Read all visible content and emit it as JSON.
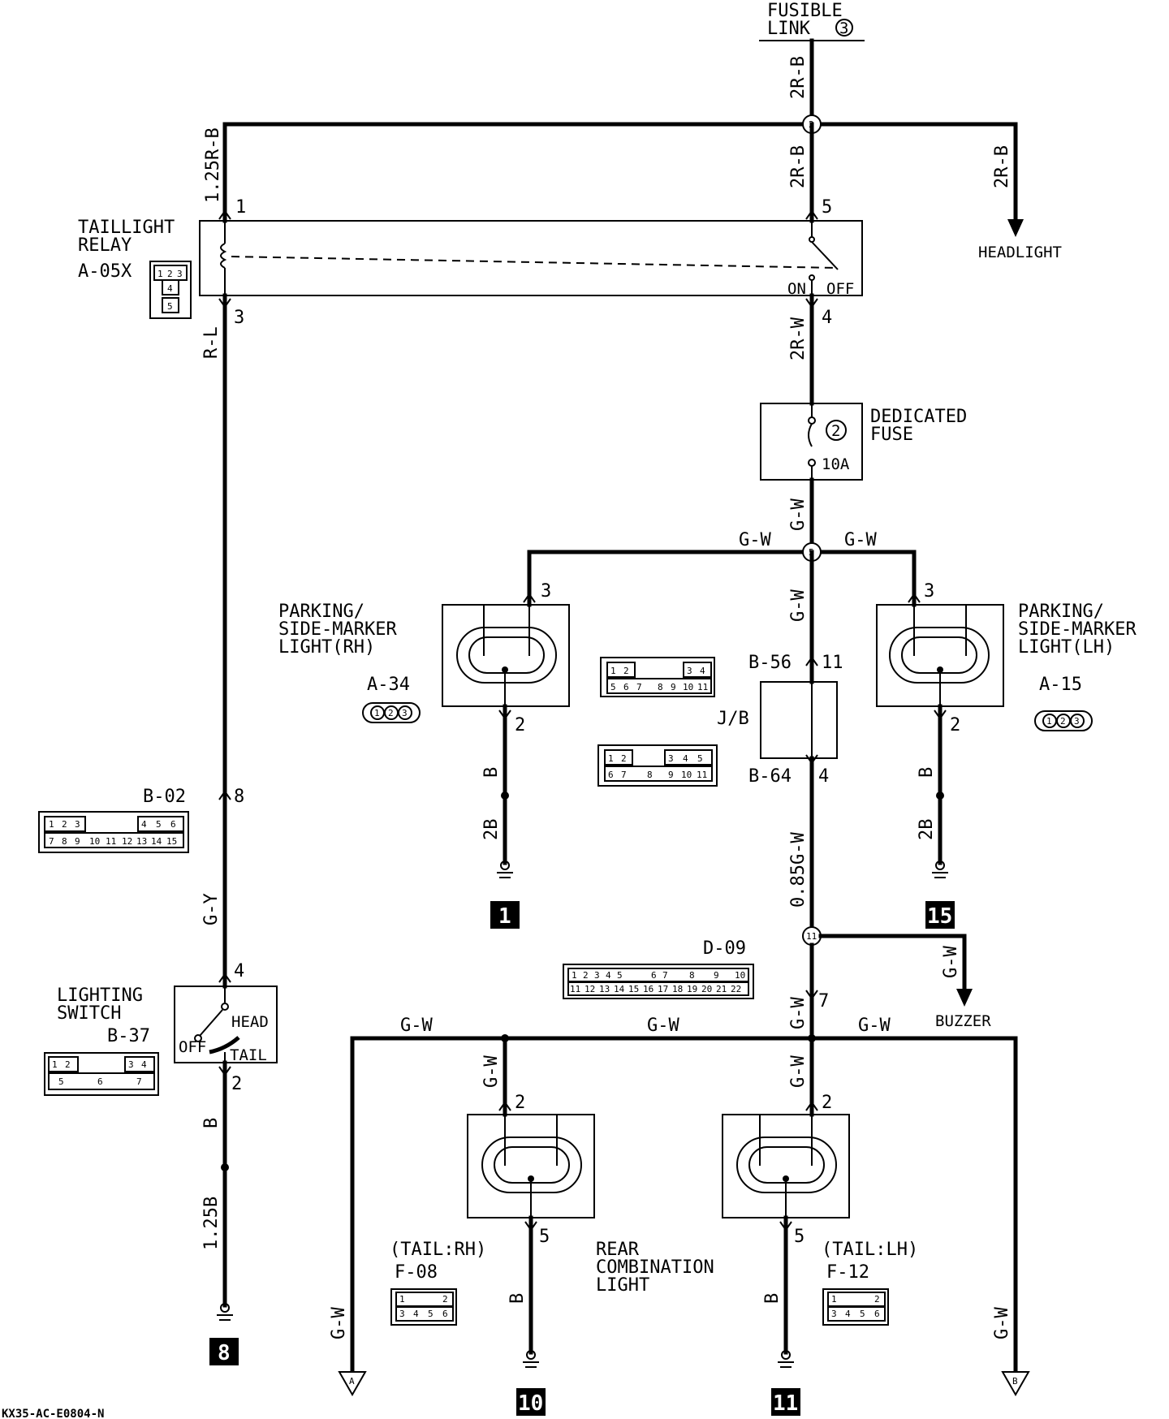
{
  "sources": {
    "fusible_link": {
      "line1": "FUSIBLE",
      "line2": "LINK",
      "number": "3"
    }
  },
  "wires": {
    "top_feed": "2R-B",
    "relay_feed": "1.25R-B",
    "relay_sw_in": "2R-B",
    "headlight_branch": "2R-B",
    "relay_out_left": "R-L",
    "relay_out_right": "2R-W",
    "fuse_out": "G-W",
    "split_left": "G-W",
    "split_right": "G-W",
    "to_jb": "G-W",
    "jb_out": "0.85G-W",
    "to_buzzer": "G-W",
    "to_rear": "G-W",
    "rear_bus_a": "G-W",
    "rear_bus_b": "G-W",
    "rear_bus_c": "G-W",
    "rear_rh_in": "G-W",
    "rear_lh_in": "G-W",
    "out_a": "G-W",
    "out_b": "G-W",
    "switch_in": "G-Y",
    "switch_out": "B",
    "switch_gnd": "1.25B",
    "park_rh_gnd_a": "B",
    "park_rh_gnd_b": "2B",
    "park_lh_gnd_a": "B",
    "park_lh_gnd_b": "2B",
    "rear_rh_gnd": "B",
    "rear_lh_gnd": "B"
  },
  "junctions": {
    "j2": "2",
    "j5": "5",
    "j11": "11"
  },
  "components": {
    "taillight_relay": {
      "name_line1": "TAILLIGHT",
      "name_line2": "RELAY",
      "code": "A-05X",
      "pins": {
        "p1": "1",
        "p3": "3",
        "p4": "4",
        "p5": "5"
      },
      "on_label": "ON",
      "off_label": "OFF"
    },
    "dedicated_fuse": {
      "name_line1": "DEDICATED",
      "name_line2": "FUSE",
      "number": "2",
      "rating": "10A"
    },
    "headlight": {
      "label": "HEADLIGHT"
    },
    "buzzer": {
      "label": "BUZZER"
    },
    "parking_rh": {
      "name_line1": "PARKING/",
      "name_line2": "SIDE-MARKER",
      "name_line3": "LIGHT(RH)",
      "code": "A-34",
      "pin_in": "3",
      "pin_out": "2"
    },
    "parking_lh": {
      "name_line1": "PARKING/",
      "name_line2": "SIDE-MARKER",
      "name_line3": "LIGHT(LH)",
      "code": "A-15",
      "pin_in": "3",
      "pin_out": "2"
    },
    "junction_block": {
      "label": "J/B",
      "conn_in": "B-56",
      "pin_in": "11",
      "conn_out": "B-64",
      "pin_out": "4"
    },
    "b02": {
      "code": "B-02",
      "pin": "8"
    },
    "d09": {
      "code": "D-09",
      "pin": "7"
    },
    "lighting_switch": {
      "name_line1": "LIGHTING",
      "name_line2": "SWITCH",
      "code": "B-37",
      "pin_in": "4",
      "pin_out": "2",
      "off_label": "OFF",
      "head_label": "HEAD",
      "tail_label": "TAIL"
    },
    "rear_combination": {
      "name_line1": "REAR",
      "name_line2": "COMBINATION",
      "name_line3": "LIGHT"
    },
    "rear_rh": {
      "title": "(TAIL:RH)",
      "code": "F-08",
      "pin_in": "2",
      "pin_out": "5"
    },
    "rear_lh": {
      "title": "(TAIL:LH)",
      "code": "F-12",
      "pin_in": "2",
      "pin_out": "5"
    }
  },
  "connector_pins": {
    "relay": [
      "1",
      "2",
      "3",
      "4",
      "5"
    ],
    "b02_top": [
      "1",
      "2",
      "3",
      "4",
      "5",
      "6"
    ],
    "b02_bottom": [
      "7",
      "8",
      "9",
      "10",
      "11",
      "12",
      "13",
      "14",
      "15"
    ],
    "a34": [
      "1",
      "2",
      "3"
    ],
    "a15": [
      "1",
      "2",
      "3"
    ],
    "jb1_top": [
      "1",
      "2",
      "3",
      "4"
    ],
    "jb1_bottom": [
      "5",
      "6",
      "7",
      "8",
      "9",
      "10",
      "11"
    ],
    "jb2_top": [
      "1",
      "2",
      "3",
      "4",
      "5"
    ],
    "jb2_bottom": [
      "6",
      "7",
      "8",
      "9",
      "10",
      "11"
    ],
    "d09_top": [
      "1",
      "2",
      "3",
      "4",
      "5",
      "6",
      "7",
      "8",
      "9",
      "10"
    ],
    "d09_bottom": [
      "11",
      "12",
      "13",
      "14",
      "15",
      "16",
      "17",
      "18",
      "19",
      "20",
      "21",
      "22"
    ],
    "b37_top": [
      "1",
      "2",
      "3",
      "4"
    ],
    "b37_bottom": [
      "5",
      "6",
      "7"
    ],
    "f08_top": [
      "1",
      "2"
    ],
    "f08_bottom": [
      "3",
      "4",
      "5",
      "6"
    ],
    "f12_top": [
      "1",
      "2"
    ],
    "f12_bottom": [
      "3",
      "4",
      "5",
      "6"
    ]
  },
  "grounds": {
    "g1": "1",
    "g8": "8",
    "g10": "10",
    "g11": "11",
    "g15": "15"
  },
  "outputs": {
    "a": "A",
    "b": "B"
  },
  "footer": {
    "code": "KX35-AC-E0804-N"
  }
}
